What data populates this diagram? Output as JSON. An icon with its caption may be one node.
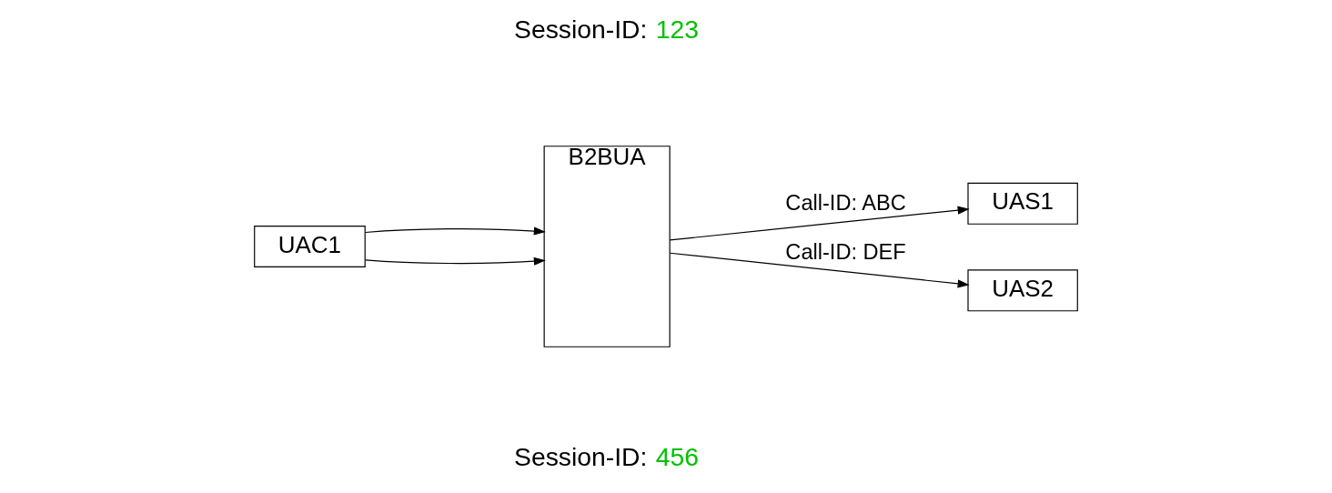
{
  "diagram": {
    "nodes": [
      {
        "text": [
          "UAC1"
        ]
      },
      {
        "text": [
          "B2BUA"
        ]
      },
      {
        "text": [
          "UAS1"
        ]
      },
      {
        "text": [
          "UAS2"
        ]
      }
    ],
    "edges": [
      {
        "from": 0,
        "to": 1,
        "arrow": "to"
      },
      {
        "from": 0,
        "to": 1,
        "arrow": "to"
      },
      {
        "from": 1,
        "to": 2,
        "arrow": "to",
        "label": "Call-ID: ABC"
      },
      {
        "from": 1,
        "to": 3,
        "arrow": "to",
        "label": "Call-ID: DEF"
      }
    ],
    "labels": [
      "Session-ID:",
      "123",
      "Session-ID:",
      "456"
    ]
  }
}
